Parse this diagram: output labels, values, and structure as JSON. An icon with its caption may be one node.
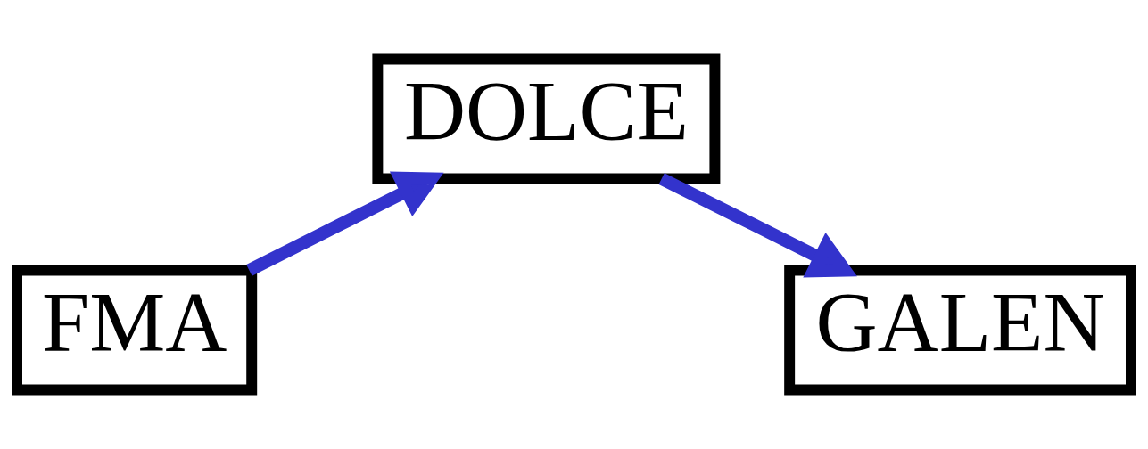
{
  "diagram": {
    "nodes": [
      {
        "text": [
          "DOLCE"
        ]
      },
      {
        "text": [
          "FMA"
        ]
      },
      {
        "text": [
          "GALEN"
        ]
      }
    ],
    "edges": [
      {
        "from": 1,
        "to": 0,
        "arrow": "to"
      },
      {
        "from": 0,
        "to": 2,
        "arrow": "to"
      }
    ]
  }
}
